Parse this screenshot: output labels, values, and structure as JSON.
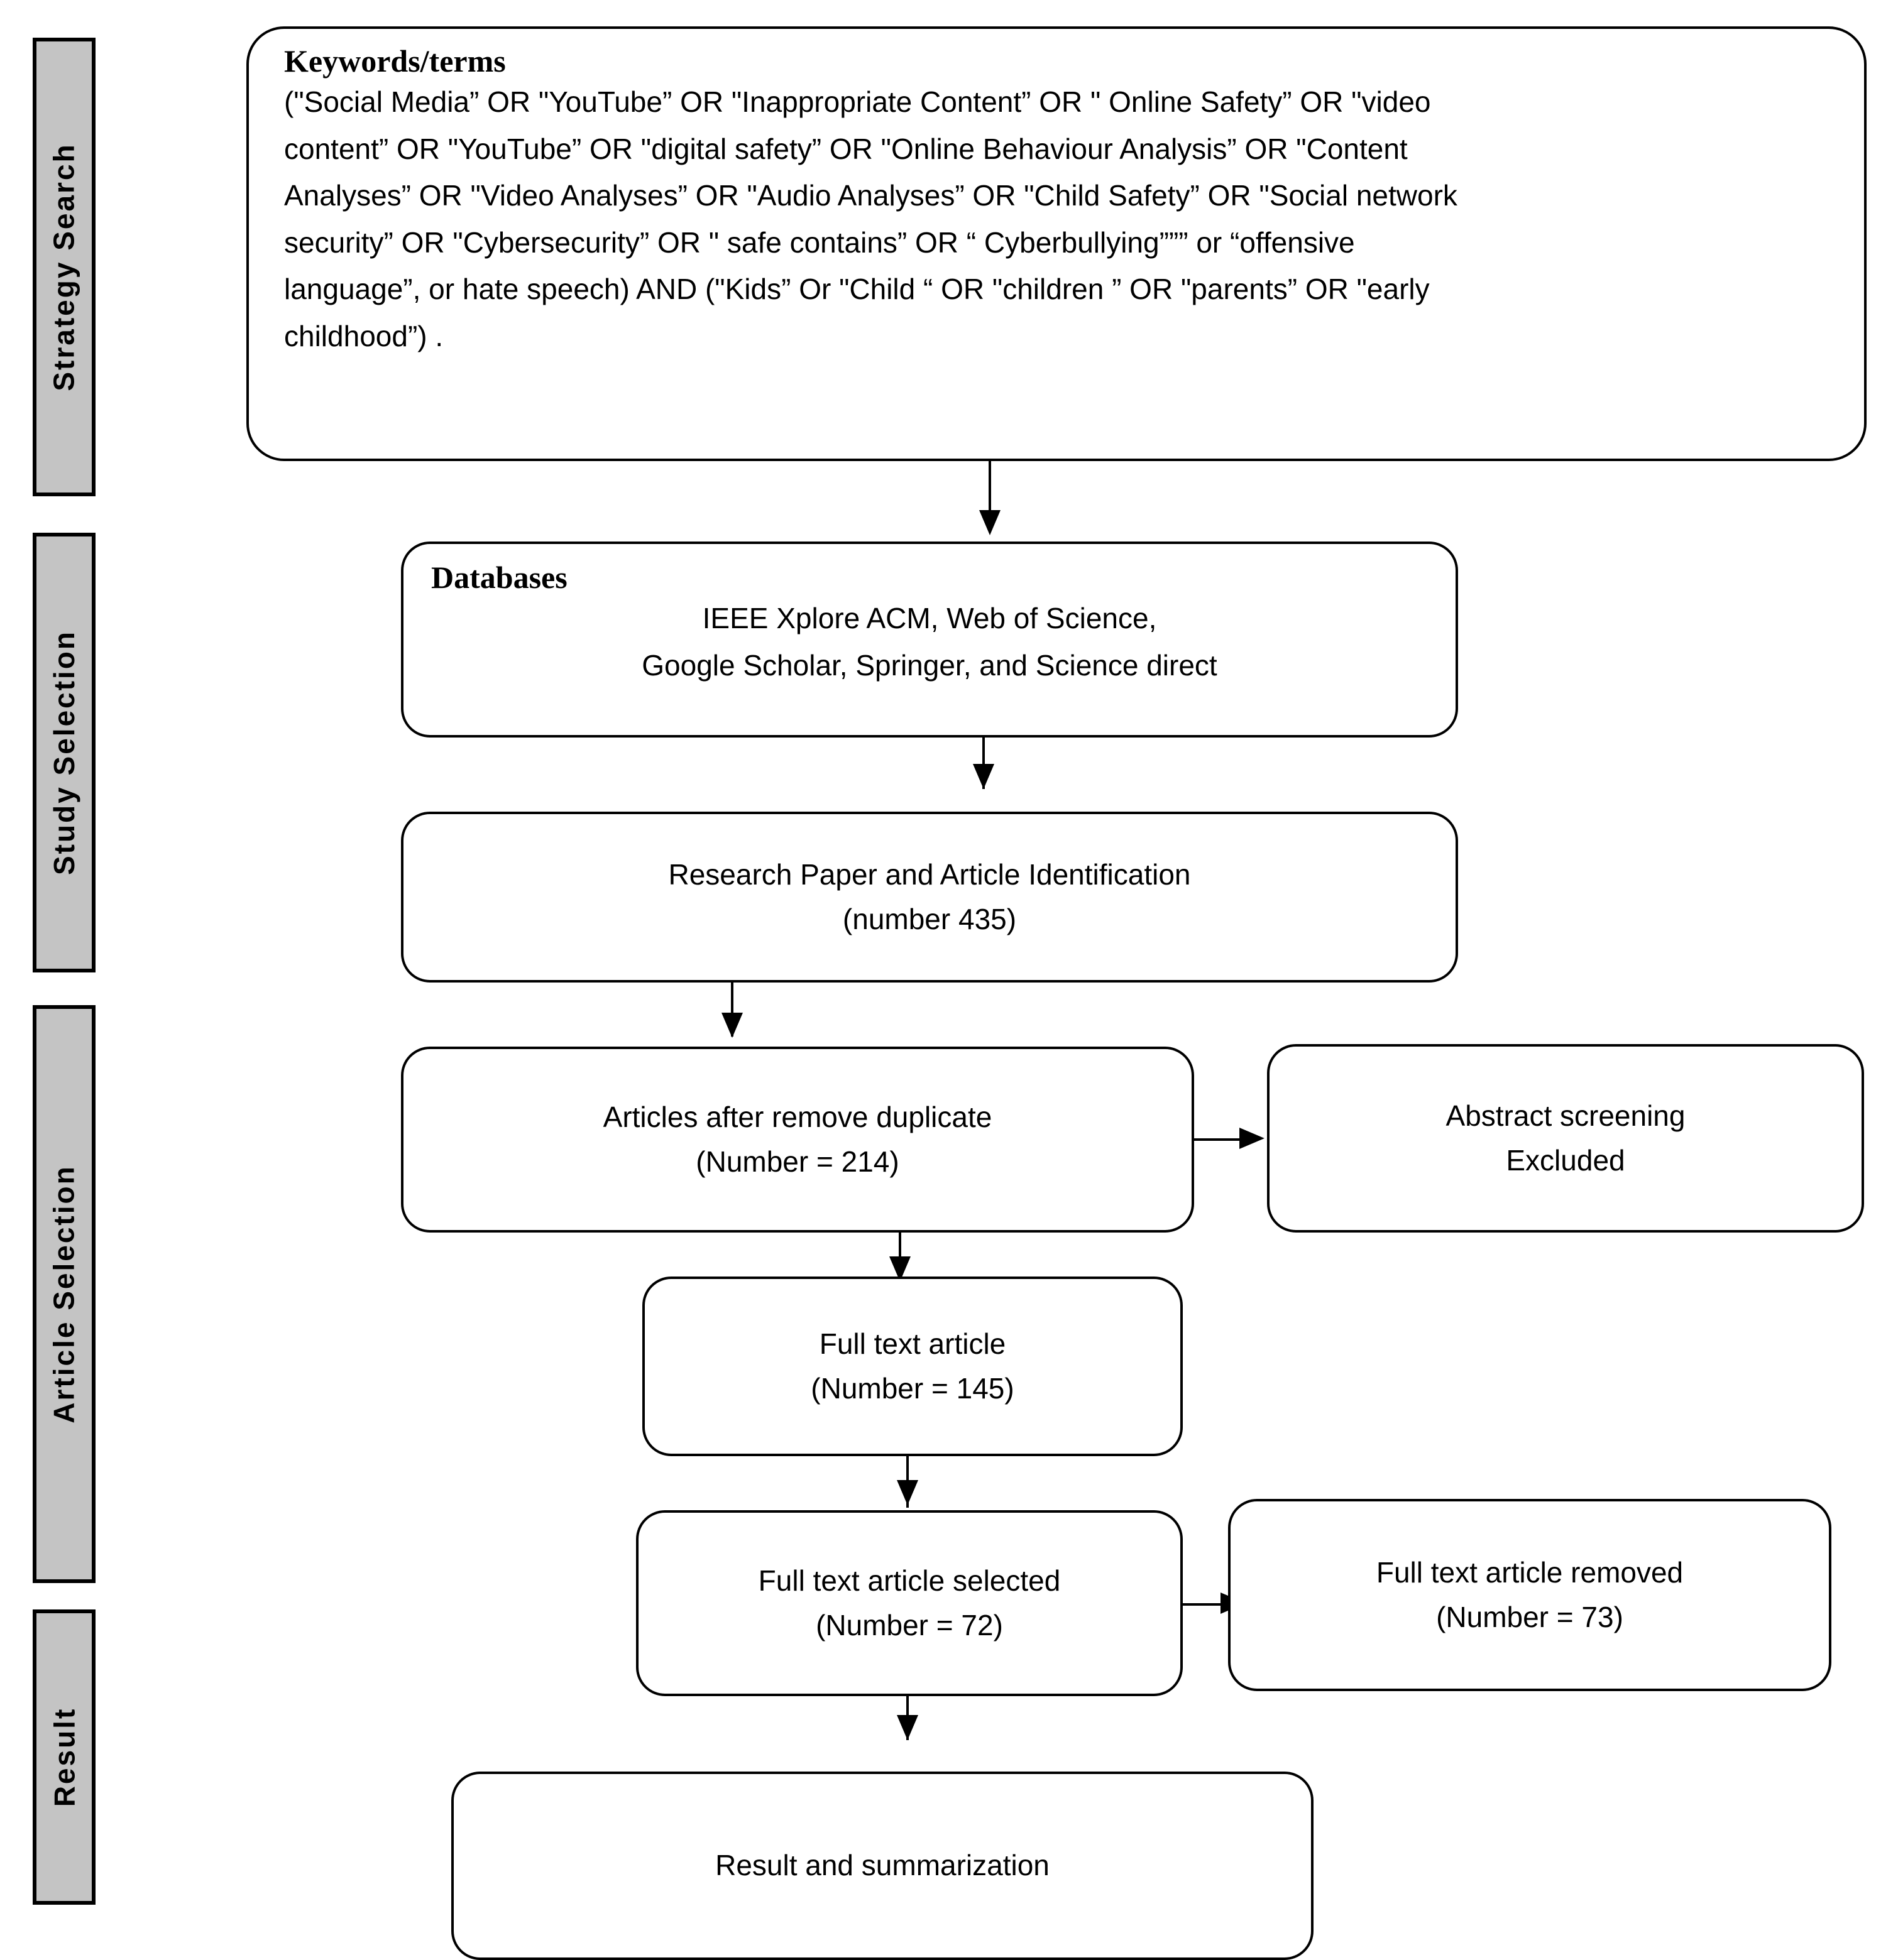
{
  "stages": [
    {
      "label": "Strategy Search"
    },
    {
      "label": "Study Selection"
    },
    {
      "label": "Article Selection"
    },
    {
      "label": "Result"
    }
  ],
  "keywords_box": {
    "heading": "Keywords/terms",
    "lines": [
      "(\"Social Media” OR \"YouTube” OR \"Inappropriate Content” OR \" Online Safety” OR \"video",
      "content” OR \"YouTube” OR \"digital safety” OR \"Online Behaviour Analysis” OR \"Content",
      "Analyses” OR \"Video Analyses” OR \"Audio Analyses” OR \"Child Safety” OR \"Social network",
      "security” OR \"Cybersecurity” OR  \" safe contains”  OR  “ Cyberbullying”””  or “offensive",
      "language”, or hate speech)  AND (\"Kids” Or \"Child “ OR \"children ” OR \"parents” OR \"early",
      "childhood”)  ."
    ]
  },
  "databases_box": {
    "heading": "Databases",
    "lines": [
      "IEEE Xplore  ACM,  Web of Science,",
      "Google Scholar,  Springer,  and Science direct"
    ]
  },
  "identification_box": {
    "lines": [
      "Research Paper and Article Identification",
      "(number 435)"
    ]
  },
  "duplicates_box": {
    "lines": [
      "Articles after remove duplicate",
      "(Number = 214)"
    ]
  },
  "abstract_excluded_box": {
    "lines": [
      "Abstract screening",
      "Excluded"
    ]
  },
  "fulltext_box": {
    "lines": [
      "Full text article",
      "(Number = 145)"
    ]
  },
  "fulltext_selected_box": {
    "lines": [
      "Full text article  selected",
      "(Number = 72)"
    ]
  },
  "fulltext_removed_box": {
    "lines": [
      "Full text article  removed",
      "(Number = 73)"
    ]
  },
  "summary_box": {
    "lines": [
      "Result and summarization"
    ]
  },
  "colors": {
    "stage_fill": "#c4c4c4",
    "stroke": "#000000",
    "page": "#ffffff"
  }
}
